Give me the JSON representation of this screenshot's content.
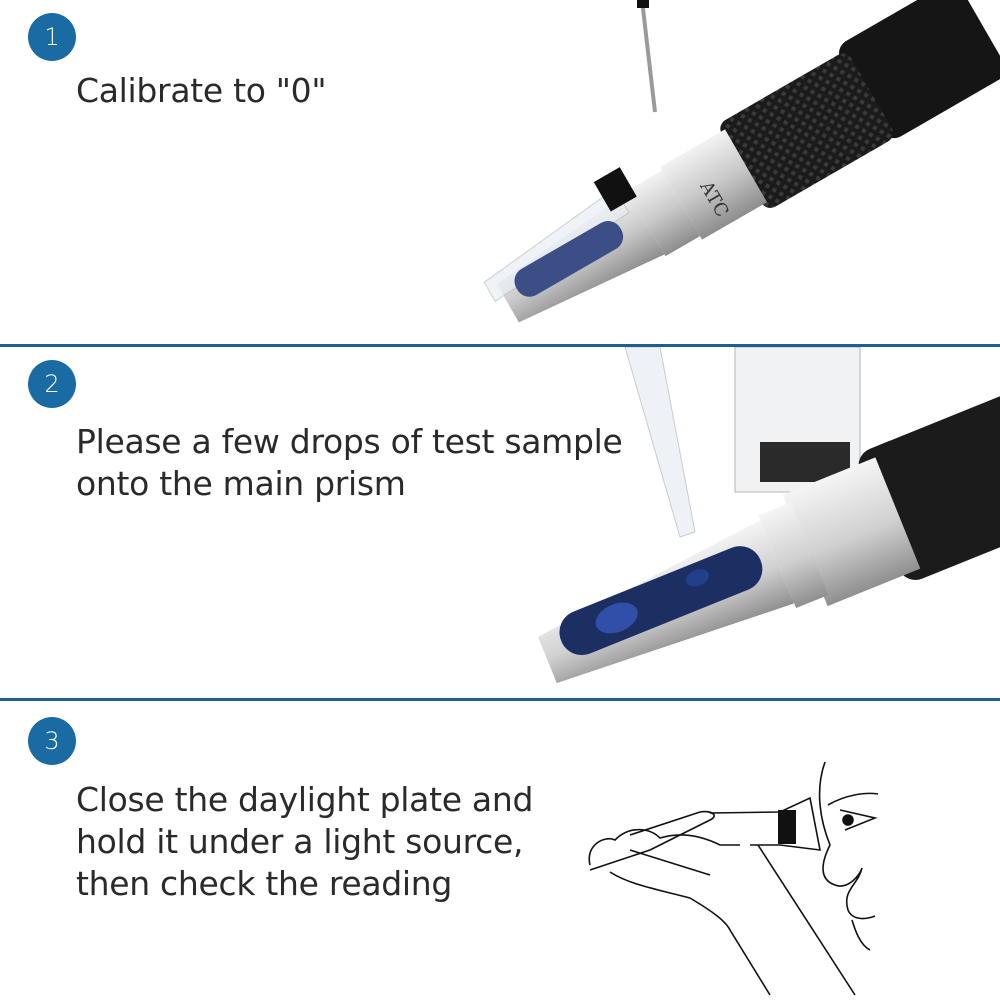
{
  "theme": {
    "accent": "#1a6aa4",
    "divider": "#1f5f8f",
    "text": "#2a2a2a"
  },
  "steps": [
    {
      "number": "1",
      "text": "Calibrate to \"0\"",
      "illustration": "refractometer-calibration-screwdriver"
    },
    {
      "number": "2",
      "text": "Please a few drops of test sample\nonto the main prism",
      "illustration": "refractometer-prism-dropper"
    },
    {
      "number": "3",
      "text": "Close the daylight plate and\nhold it under a light source,\nthen check the reading",
      "illustration": "person-looking-through-refractometer"
    }
  ],
  "device_label": "ATC"
}
